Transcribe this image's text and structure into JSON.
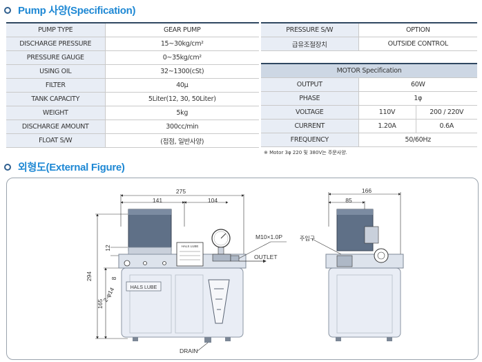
{
  "spec_section": {
    "title": "Pump 사양(Specification)"
  },
  "left_table": [
    {
      "label": "PUMP TYPE",
      "value": "GEAR PUMP"
    },
    {
      "label": "DISCHARGE PRESSURE",
      "value": "15~30kg/cm²"
    },
    {
      "label": "PRESSURE GAUGE",
      "value": "0~35kg/cm²"
    },
    {
      "label": "USING OIL",
      "value": "32~1300(cSt)"
    },
    {
      "label": "FILTER",
      "value": "40μ"
    },
    {
      "label": "TANK CAPACITY",
      "value": "5Liter(12, 30, 50Liter)"
    },
    {
      "label": "WEIGHT",
      "value": "5kg"
    },
    {
      "label": "DISCHARGE AMOUNT",
      "value": "300cc/min"
    },
    {
      "label": "FLOAT S/W",
      "value": "(접점, 일반사양)"
    }
  ],
  "right_table_top": [
    {
      "label": "PRESSURE S/W",
      "value": "OPTION"
    },
    {
      "label": "급유조절장치",
      "value": "OUTSIDE CONTROL"
    }
  ],
  "motor": {
    "header": "MOTOR Specification",
    "output": {
      "label": "OUTPUT",
      "value": "60W"
    },
    "phase": {
      "label": "PHASE",
      "value": "1φ"
    },
    "voltage": {
      "label": "VOLTAGE",
      "v1": "110V",
      "v2": "200 / 220V"
    },
    "current": {
      "label": "CURRENT",
      "v1": "1.20A",
      "v2": "0.6A"
    },
    "frequency": {
      "label": "FREQUENCY",
      "value": "50/60Hz"
    }
  },
  "note": "※ Motor 3φ 220 및 380V는 주문사양.",
  "figure_section": {
    "title": "외형도(External Figure)"
  },
  "figure": {
    "dim_275": "275",
    "dim_141": "141",
    "dim_104": "104",
    "dim_294": "294",
    "dim_165": "165",
    "dim_12": "12",
    "dim_8": "8",
    "dim_2d14": "2-φ14",
    "thread": "M10×1.0P",
    "outlet": "OUTLET",
    "drain": "DRAIN",
    "tank_label": "HALS LUBE",
    "nameplate": "HALS LUBE",
    "dim_166": "166",
    "dim_85": "85",
    "inlet": "주입구"
  },
  "colors": {
    "accent": "#1e88d4",
    "header_line": "#2f4760",
    "label_bg": "#e8edf5",
    "motor_head_bg": "#cdd7e4",
    "tank": "#e9edf5",
    "motor_body": "#5f7087"
  }
}
